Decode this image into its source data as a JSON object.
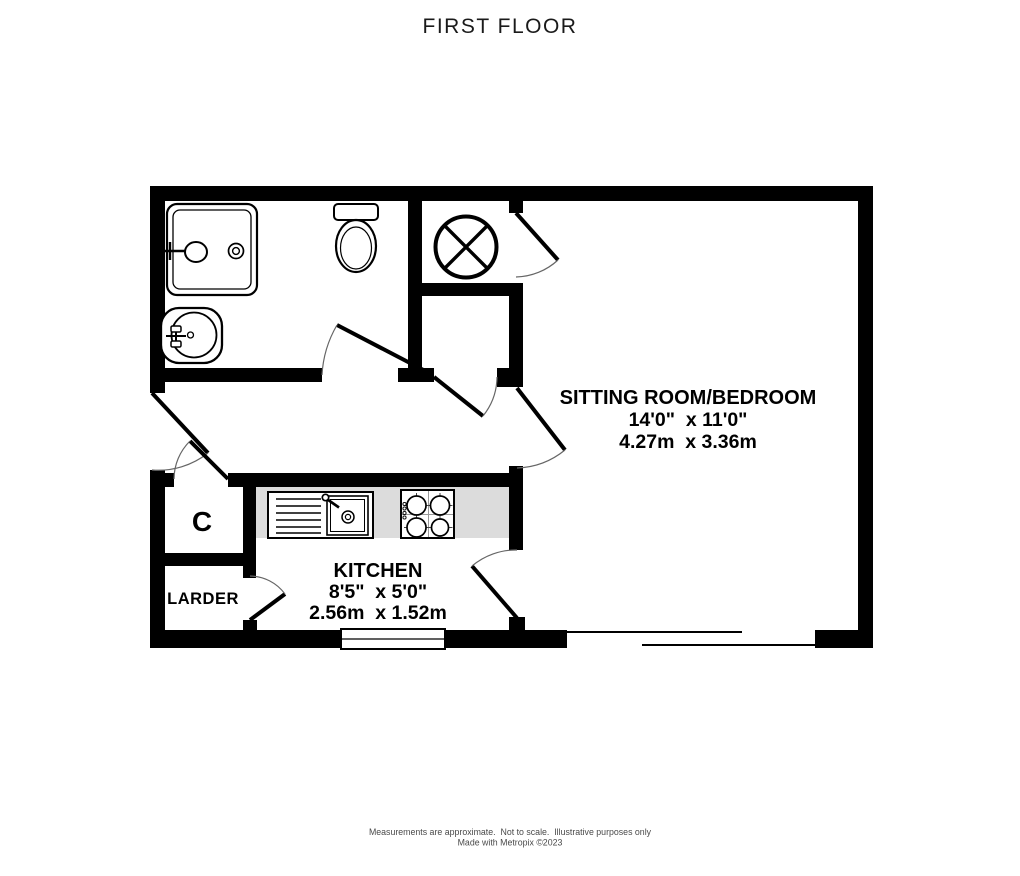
{
  "page": {
    "title": "FIRST FLOOR"
  },
  "colors": {
    "wall": "#000000",
    "counter": "#dcdcdc",
    "text": "#000000",
    "disclaimer": "#4a4a4a",
    "door_arc": "#666666",
    "background": "#ffffff"
  },
  "rooms": {
    "sitting_room_bedroom": {
      "name": "SITTING ROOM/BEDROOM",
      "size_imperial": "14'0\"  x 11'0\"",
      "size_metric": "4.27m  x 3.36m"
    },
    "kitchen": {
      "name": "KITCHEN",
      "size_imperial": "8'5\"  x 5'0\"",
      "size_metric": "2.56m  x 1.52m"
    },
    "larder": {
      "name": "LARDER"
    },
    "cupboard": {
      "name": "C"
    }
  },
  "fixtures": {
    "shower": "shower-tray-icon",
    "basin": "pedestal-basin-icon",
    "toilet": "toilet-icon",
    "water_cylinder": "circled-cross-icon",
    "kitchen_sink": "sink-with-drainer-icon",
    "hob": "four-ring-hob-icon",
    "kitchen_window": "window-icon",
    "sitting_room_opening": "sliding-door-icon"
  },
  "footer": {
    "line1": "Measurements are approximate.  Not to scale.  Illustrative purposes only",
    "line2": "Made with Metropix ©2023"
  }
}
